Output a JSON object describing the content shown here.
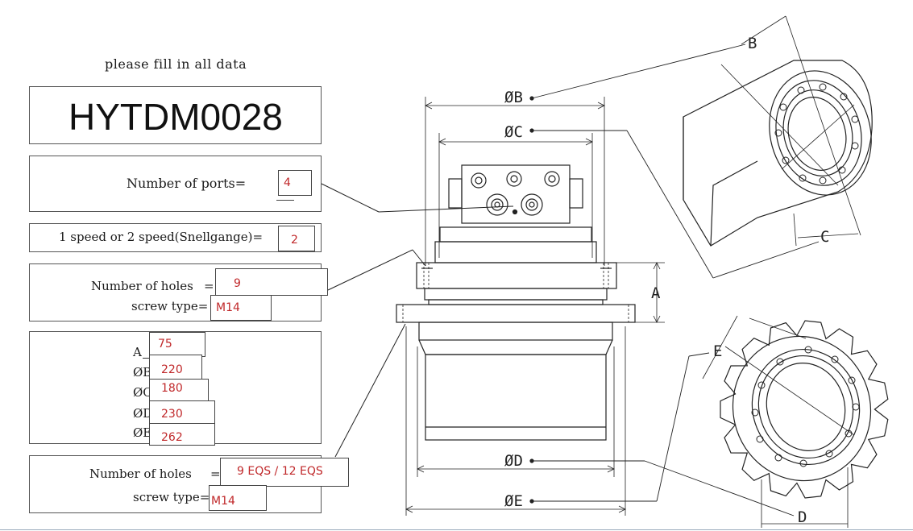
{
  "header": {
    "instruction": "please fill in all data"
  },
  "model": {
    "code": "HYTDM0028"
  },
  "ports": {
    "label": "Number of ports=",
    "value": "4"
  },
  "speed": {
    "label": "1 speed or 2 speed(Snellgange)=",
    "value": "2"
  },
  "upper_flange": {
    "holes_label": "Number of holes",
    "holes_value": "9",
    "screw_label": "screw type=",
    "screw_value": "M14"
  },
  "dimensions": {
    "a_label": "A",
    "a_value": "75",
    "b_label": "ØB",
    "b_value": "220",
    "c_label": "ØC",
    "c_value": "180",
    "d_label": "ØD",
    "d_value": "230",
    "e_label": "ØE",
    "e_value": "262"
  },
  "lower_flange": {
    "holes_label": "Number of holes",
    "holes_value": "9 EQS / 12 EQS",
    "screw_label": "screw type=",
    "screw_value": "M14"
  },
  "drawing_labels": {
    "phi_b": "ØB",
    "phi_c": "ØC",
    "phi_d": "ØD",
    "phi_e": "ØE",
    "a": "A",
    "b": "B",
    "c": "C",
    "d": "D",
    "e": "E"
  },
  "colors": {
    "value_text": "#c0282a",
    "line": "#222222",
    "box_border": "#555555"
  }
}
